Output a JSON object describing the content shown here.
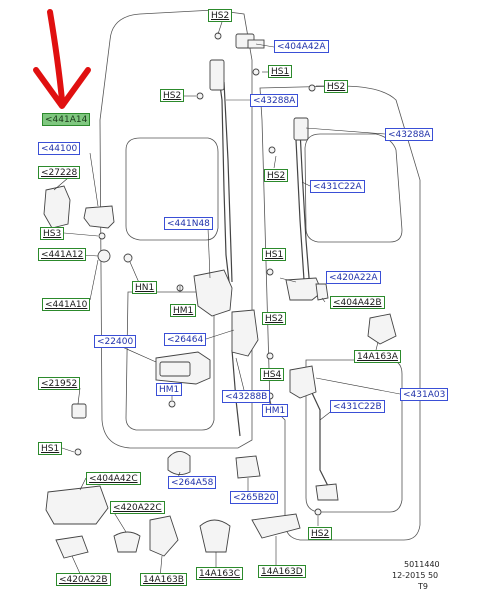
{
  "labels": {
    "hs2_top": "HS2",
    "l404a42a": "<404A42A",
    "hs1_top": "HS1",
    "hs2_left": "HS2",
    "l43288a_top": "<43288A",
    "hs2_right": "HS2",
    "l441a14": "<441A14",
    "l43288a_right": "<43288A",
    "l44100": "<44100",
    "hs2_mid": "HS2",
    "l431c22a": "<431C22A",
    "l27228": "<27228",
    "l441n48": "<441N48",
    "hs3": "HS3",
    "hs1_mid": "HS1",
    "l441a12": "<441A12",
    "l420a22a": "<420A22A",
    "hn1": "HN1",
    "hm1_a": "HM1",
    "l404a42b": "<404A42B",
    "l441a10": "<441A10",
    "hs2_lower": "HS2",
    "l22400": "<22400",
    "l26464": "<26464",
    "l14a163a": "14A163A",
    "hs4": "HS4",
    "l21952": "<21952",
    "hm1_b": "HM1",
    "l43288b": "<43288B",
    "hm1_c": "HM1",
    "l431a03": "<431A03",
    "l431c22b": "<431C22B",
    "hs1_low": "HS1",
    "l404a42c": "<404A42C",
    "l264a58": "<264A58",
    "l265b20": "<265B20",
    "l420a22c": "<420A22C",
    "hs2_bottom": "HS2",
    "l420a22b": "<420A22B",
    "l14a163b": "14A163B",
    "l14a163c": "14A163C",
    "l14a163d": "14A163D"
  },
  "footer": {
    "code": "5011440",
    "date": "12-2015 50",
    "rev": "T9"
  },
  "colors": {
    "arrow": "#e01010",
    "label_blue": "#3a4fd6",
    "label_green": "#2c8a2c",
    "highlight": "#7fc77f"
  }
}
